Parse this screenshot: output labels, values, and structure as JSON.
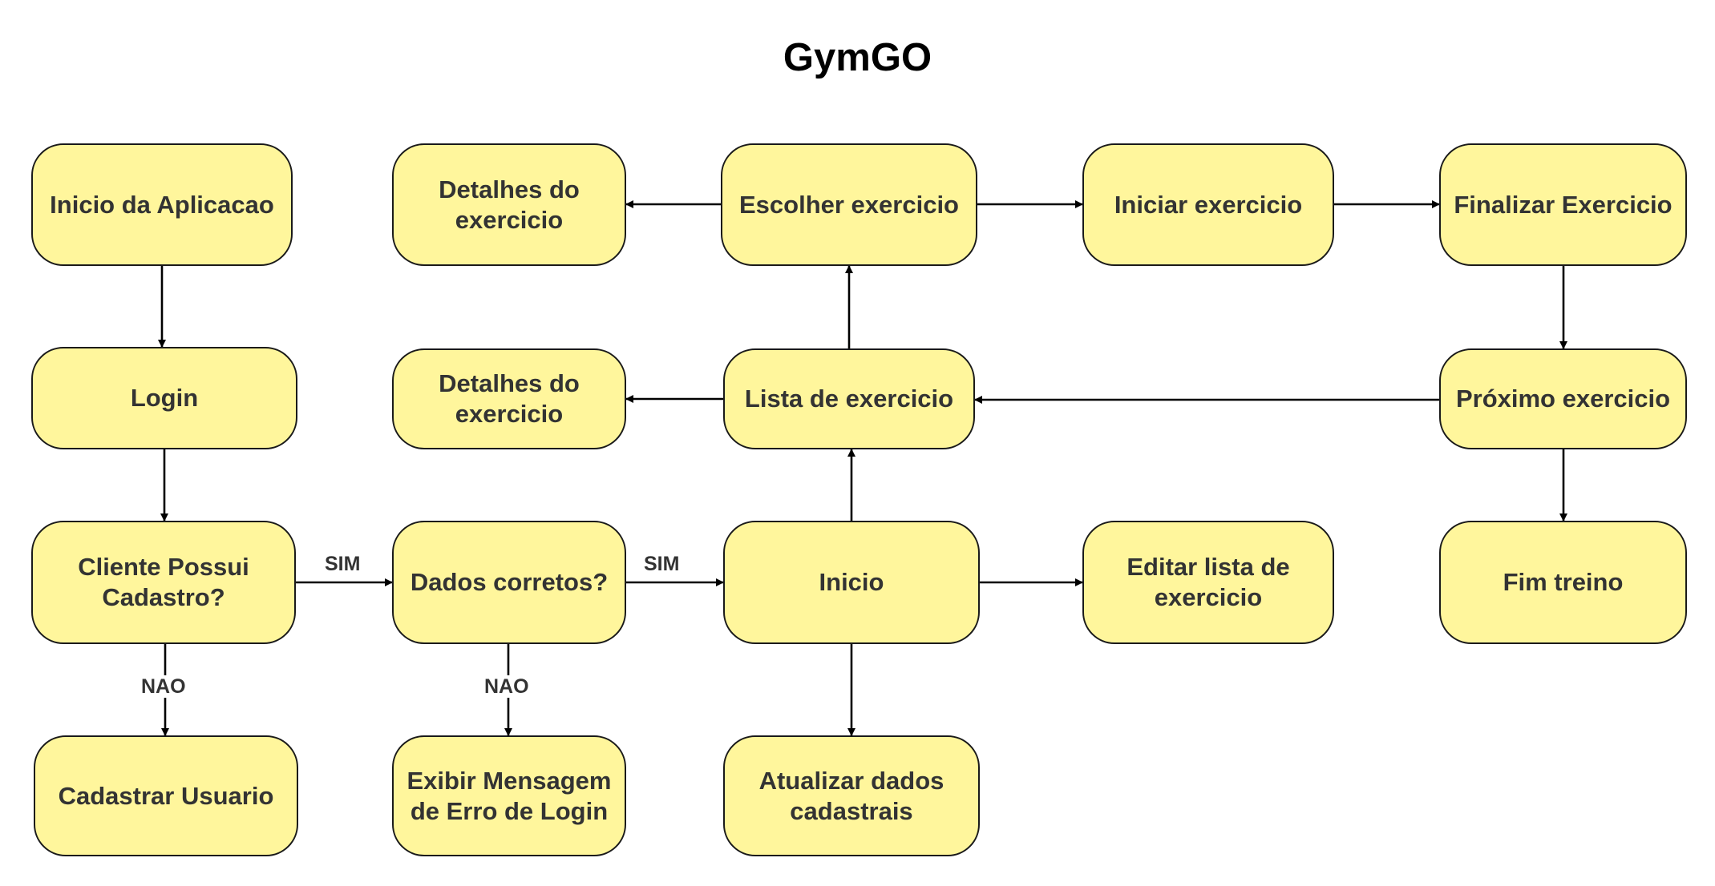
{
  "diagram": {
    "title": "GymGO",
    "node_fill": "#fff69c",
    "node_border": "#1a1a1a",
    "text_color": "#333333",
    "arrow_color": "#000000",
    "nodes": {
      "inicio_aplicacao": "Inicio da Aplicacao",
      "login": "Login",
      "cliente_possui_cadastro": "Cliente Possui\nCadastro?",
      "cadastrar_usuario": "Cadastrar Usuario",
      "detalhes_exercicio_top": "Detalhes do\nexercicio",
      "detalhes_exercicio_mid": "Detalhes do\nexercicio",
      "dados_corretos": "Dados corretos?",
      "exibir_mensagem_erro": "Exibir Mensagem\nde Erro de Login",
      "escolher_exercicio": "Escolher exercicio",
      "lista_exercicio": "Lista de exercicio",
      "inicio": "Inicio",
      "atualizar_dados": "Atualizar dados\ncadastrais",
      "iniciar_exercicio": "Iniciar exercicio",
      "editar_lista": "Editar lista de\nexercicio",
      "finalizar_exercicio": "Finalizar Exercicio",
      "proximo_exercicio": "Próximo exercicio",
      "fim_treino": "Fim treino"
    },
    "edge_labels": {
      "cadastro_sim": "SIM",
      "cadastro_nao": "NAO",
      "dados_sim": "SIM",
      "dados_nao": "NAO"
    }
  }
}
